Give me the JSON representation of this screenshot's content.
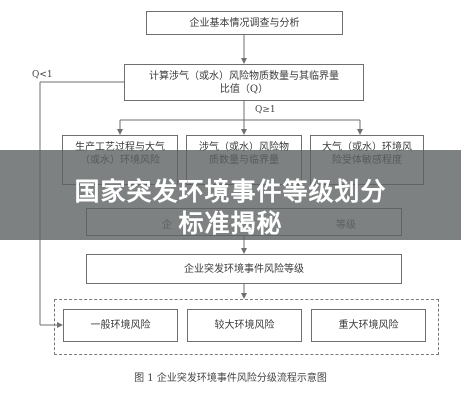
{
  "diagram": {
    "nodes": {
      "top": "企业基本情况调查与分析",
      "calc": "计算涉气（或水）风险物质数量与其临界量比值（Q）",
      "process": "生产工艺过程与大气（或水）环境风险",
      "quantity": "涉气（或水）风险物质数量与临界量",
      "receptor": "大气（或水）环境风险受体敏感程度",
      "partial_left": "企",
      "partial_right": "等级",
      "risk_level": "企业突发环境事件风险等级",
      "general": "一般环境风险",
      "larger": "较大环境风险",
      "major": "重大环境风险"
    },
    "labels": {
      "q_lt_1": "Q<1",
      "q_ge_1": "Q≥1"
    },
    "caption": "图 1  企业突发环境事件风险分级流程示意图"
  },
  "banner": {
    "line1": "国家突发环境事件等级划分",
    "line2": "标准揭秘"
  },
  "colors": {
    "line": "#6f6f6f",
    "banner_overlay": "#5c6262",
    "banner_text": "#ffffff"
  }
}
